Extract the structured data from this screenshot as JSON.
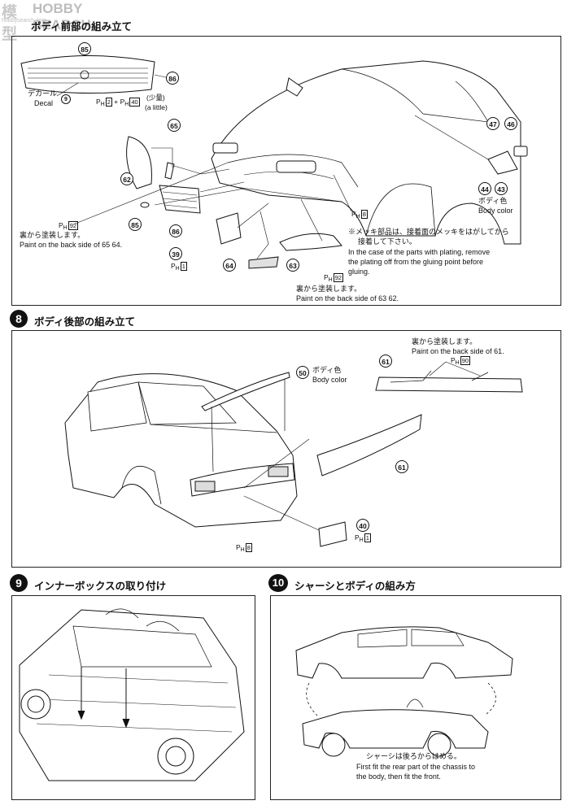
{
  "watermark": {
    "brand": "HOBBY SEARCH",
    "site": "hobbysearch.com",
    "mark": "模型"
  },
  "step7": {
    "title": "ボディ前部の組み立て",
    "decal_jp": "デカール",
    "decal_en": "Decal",
    "decal_num": "9",
    "paint_h": "H",
    "little_jp": "(少量)",
    "little_en": "(a little)",
    "plus": "+",
    "h_a": "2",
    "h_b": "40",
    "h_92a": "92",
    "h_8": "8",
    "h_1": "1",
    "h_92b": "92",
    "body_color_jp": "ボディ色",
    "body_color_en": "Body color",
    "back_jp": "裏から塗装します。",
    "back_en_a": "Paint on the back side of",
    "back_en_a_parts": "65 64.",
    "back_jp_b": "裏から塗装します。",
    "back_en_b": "Paint on the back side of",
    "back_en_b_parts": "63 62.",
    "plating_jp1": "※メッキ部品は、接着面のメッキをはがしてから",
    "plating_jp2": "接着して下さい。",
    "plating_en1": "In the case of the parts with plating, remove",
    "plating_en2": "the plating off from the gluing point before",
    "plating_en3": "gluing.",
    "parts": [
      "85",
      "86",
      "65",
      "62",
      "85",
      "86",
      "39",
      "64",
      "63",
      "47",
      "46",
      "44",
      "43"
    ]
  },
  "step8": {
    "num": "8",
    "title": "ボディ後部の組み立て",
    "body_color_jp": "ボディ色",
    "body_color_en": "Body color",
    "back_jp": "裏から塗装します。",
    "back_en": "Paint on the back side of",
    "back_en_part": "61.",
    "paint_h": "H",
    "h_90": "90",
    "h_8": "8",
    "h_1": "1",
    "parts": [
      "50",
      "61",
      "61",
      "40"
    ]
  },
  "step9": {
    "num": "9",
    "title": "インナーボックスの取り付け"
  },
  "step10": {
    "num": "10",
    "title": "シャーシとボディの組み方",
    "note_jp": "シャーシは後ろからはめる。",
    "note_en1": "First fit the rear part of the chassis to",
    "note_en2": "the body, then fit the front."
  }
}
